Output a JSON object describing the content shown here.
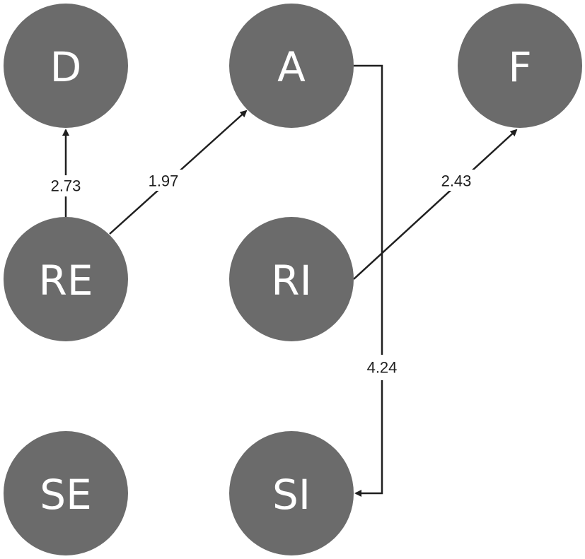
{
  "colors": {
    "node_fill": "#6b6b6b",
    "node_text": "#ffffff",
    "edge": "#1f1f1f",
    "background": "#ffffff"
  },
  "nodes": [
    {
      "id": "D",
      "label": "D"
    },
    {
      "id": "A",
      "label": "A"
    },
    {
      "id": "F",
      "label": "F"
    },
    {
      "id": "RE",
      "label": "RE"
    },
    {
      "id": "RI",
      "label": "RI"
    },
    {
      "id": "SE",
      "label": "SE"
    },
    {
      "id": "SI",
      "label": "SI"
    }
  ],
  "edges": [
    {
      "from": "RE",
      "to": "D",
      "weight": "2.73"
    },
    {
      "from": "RE",
      "to": "A",
      "weight": "1.97"
    },
    {
      "from": "RI",
      "to": "F",
      "weight": "2.43"
    },
    {
      "from": "A",
      "to": "SI",
      "weight": "4.24"
    }
  ]
}
